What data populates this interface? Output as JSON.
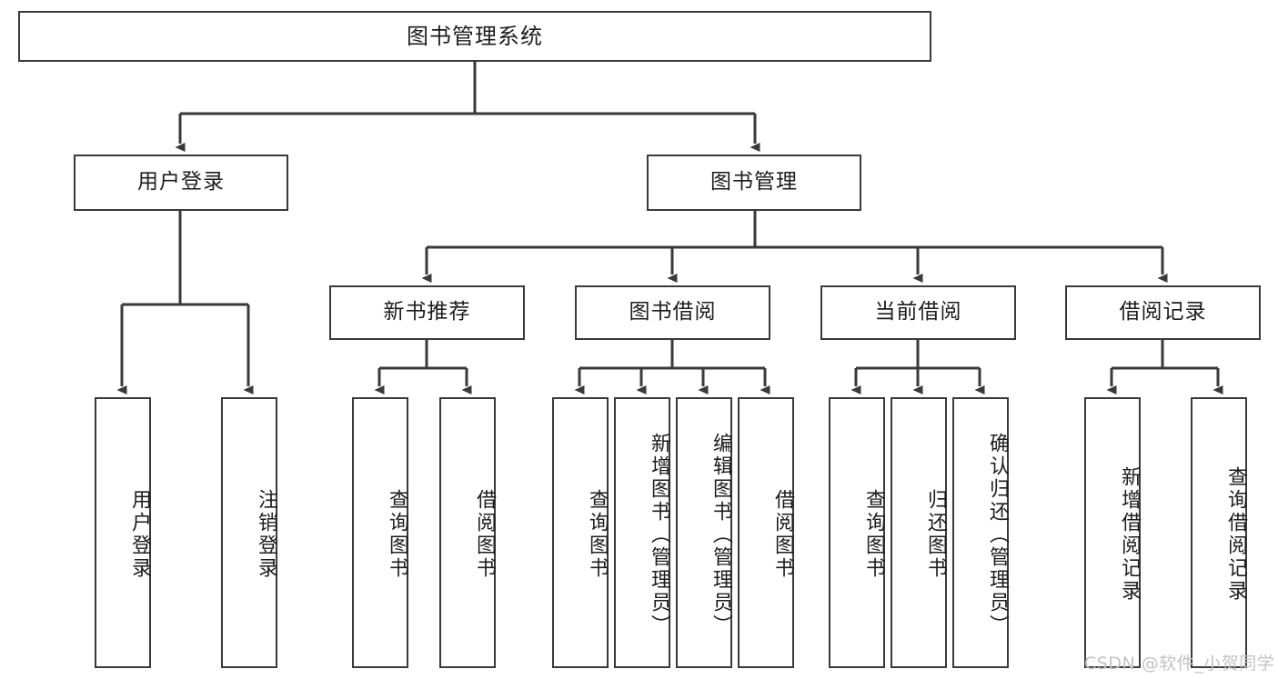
{
  "diagram": {
    "title": "图书管理系统",
    "type": "hierarchy-tree",
    "watermark": "CSDN @软件_小贺同学",
    "colors": {
      "stroke": "#3a3a3a",
      "box_fill": "#ffffff",
      "text": "#1d1d1d",
      "watermark": "#c3c3c3",
      "background": "#ffffff"
    },
    "levels": [
      {
        "level": 1,
        "nodes": [
          {
            "id": "root",
            "label": "图书管理系统",
            "orientation": "horizontal"
          }
        ]
      },
      {
        "level": 2,
        "nodes": [
          {
            "id": "login",
            "label": "用户登录",
            "orientation": "horizontal",
            "parent": "root"
          },
          {
            "id": "bookmgmt",
            "label": "图书管理",
            "orientation": "horizontal",
            "parent": "root"
          }
        ]
      },
      {
        "level": 3,
        "nodes": [
          {
            "id": "newbook",
            "label": "新书推荐",
            "orientation": "horizontal",
            "parent": "bookmgmt"
          },
          {
            "id": "borrow",
            "label": "图书借阅",
            "orientation": "horizontal",
            "parent": "bookmgmt"
          },
          {
            "id": "current",
            "label": "当前借阅",
            "orientation": "horizontal",
            "parent": "bookmgmt"
          },
          {
            "id": "records",
            "label": "借阅记录",
            "orientation": "horizontal",
            "parent": "bookmgmt"
          }
        ]
      },
      {
        "level": 4,
        "nodes": [
          {
            "id": "leaf1",
            "label": "用户登录",
            "orientation": "vertical",
            "parent": "login"
          },
          {
            "id": "leaf2",
            "label": "注销登录",
            "orientation": "vertical",
            "parent": "login"
          },
          {
            "id": "leaf3",
            "label": "查询图书",
            "orientation": "vertical",
            "parent": "newbook"
          },
          {
            "id": "leaf4",
            "label": "借阅图书",
            "orientation": "vertical",
            "parent": "newbook"
          },
          {
            "id": "leaf5",
            "label": "查询图书",
            "orientation": "vertical",
            "parent": "borrow"
          },
          {
            "id": "leaf6",
            "label": "新增图书（管理员）",
            "orientation": "vertical",
            "parent": "borrow"
          },
          {
            "id": "leaf7",
            "label": "编辑图书（管理员）",
            "orientation": "vertical",
            "parent": "borrow"
          },
          {
            "id": "leaf8",
            "label": "借阅图书",
            "orientation": "vertical",
            "parent": "borrow"
          },
          {
            "id": "leaf9",
            "label": "查询图书",
            "orientation": "vertical",
            "parent": "current"
          },
          {
            "id": "leaf10",
            "label": "归还图书",
            "orientation": "vertical",
            "parent": "current"
          },
          {
            "id": "leaf11",
            "label": "确认归还（管理员）",
            "orientation": "vertical",
            "parent": "current"
          },
          {
            "id": "leaf12",
            "label": "新增借阅记录",
            "orientation": "vertical",
            "parent": "records"
          },
          {
            "id": "leaf13",
            "label": "查询借阅记录",
            "orientation": "vertical",
            "parent": "records"
          }
        ]
      }
    ]
  }
}
